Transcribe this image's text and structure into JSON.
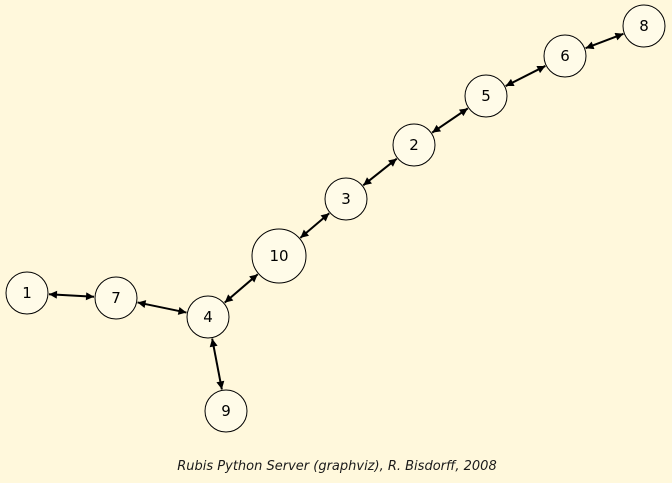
{
  "diagram": {
    "type": "graph",
    "directed": false,
    "edge_style": "bidirectional-arrows",
    "colors": {
      "background": "#fff8dc",
      "node_fill": "#fffbe8",
      "node_stroke": "#000000",
      "edge": "#000000",
      "text": "#000000"
    },
    "nodes": [
      {
        "id": "1",
        "label": "1"
      },
      {
        "id": "7",
        "label": "7"
      },
      {
        "id": "4",
        "label": "4"
      },
      {
        "id": "9",
        "label": "9"
      },
      {
        "id": "10",
        "label": "10"
      },
      {
        "id": "3",
        "label": "3"
      },
      {
        "id": "2",
        "label": "2"
      },
      {
        "id": "5",
        "label": "5"
      },
      {
        "id": "6",
        "label": "6"
      },
      {
        "id": "8",
        "label": "8"
      }
    ],
    "edges": [
      {
        "from": "1",
        "to": "7"
      },
      {
        "from": "7",
        "to": "4"
      },
      {
        "from": "4",
        "to": "9"
      },
      {
        "from": "4",
        "to": "10"
      },
      {
        "from": "10",
        "to": "3"
      },
      {
        "from": "3",
        "to": "2"
      },
      {
        "from": "2",
        "to": "5"
      },
      {
        "from": "5",
        "to": "6"
      },
      {
        "from": "6",
        "to": "8"
      }
    ]
  },
  "caption": "Rubis Python Server (graphviz), R. Bisdorff, 2008"
}
